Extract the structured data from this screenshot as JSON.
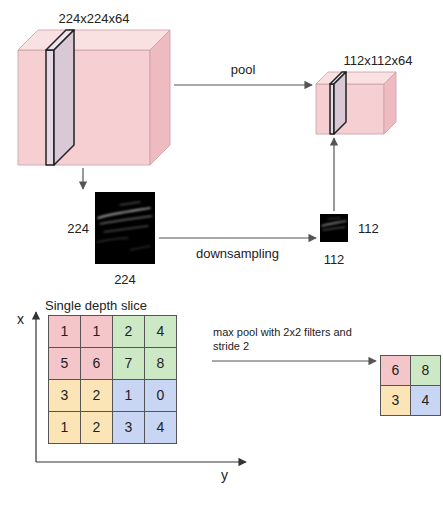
{
  "diagram": {
    "nodes": [
      {
        "text": [
          "224x224x64"
        ]
      },
      {
        "text": [
          "112x112x64"
        ]
      },
      {
        "text": [
          "224",
          "224"
        ]
      },
      {
        "text": [
          "112",
          "112"
        ]
      },
      {
        "text": [
          "Single depth slice"
        ]
      },
      {
        "text": [
          "1"
        ],
        "in": 4
      },
      {
        "text": [
          "1"
        ],
        "in": 4
      },
      {
        "text": [
          "2"
        ],
        "in": 4
      },
      {
        "text": [
          "4"
        ],
        "in": 4
      },
      {
        "text": [
          "5"
        ],
        "in": 4
      },
      {
        "text": [
          "6"
        ],
        "in": 4
      },
      {
        "text": [
          "7"
        ],
        "in": 4
      },
      {
        "text": [
          "8"
        ],
        "in": 4
      },
      {
        "text": [
          "3"
        ],
        "in": 4
      },
      {
        "text": [
          "2"
        ],
        "in": 4
      },
      {
        "text": [
          "1"
        ],
        "in": 4
      },
      {
        "text": [
          "0"
        ],
        "in": 4
      },
      {
        "text": [
          "1"
        ],
        "in": 4
      },
      {
        "text": [
          "2"
        ],
        "in": 4
      },
      {
        "text": [
          "3"
        ],
        "in": 4
      },
      {
        "text": [
          "4"
        ],
        "in": 4
      },
      {
        "text": [
          "6"
        ]
      },
      {
        "text": [
          "8"
        ]
      },
      {
        "text": [
          "3"
        ]
      },
      {
        "text": [
          "4"
        ]
      }
    ],
    "edges": [
      {
        "from": 0,
        "to": 1,
        "label": "pool",
        "arrow": "to"
      },
      {
        "from": 0,
        "to": 2,
        "arrow": "to"
      },
      {
        "from": 2,
        "to": 3,
        "label": "downsampling",
        "arrow": "to"
      },
      {
        "from": 3,
        "to": 1,
        "arrow": "to"
      },
      {
        "from": 4,
        "to": 21,
        "label": "max pool with 2x2 filters and stride 2",
        "arrow": "to"
      }
    ],
    "labels": [
      "x",
      "y"
    ]
  }
}
